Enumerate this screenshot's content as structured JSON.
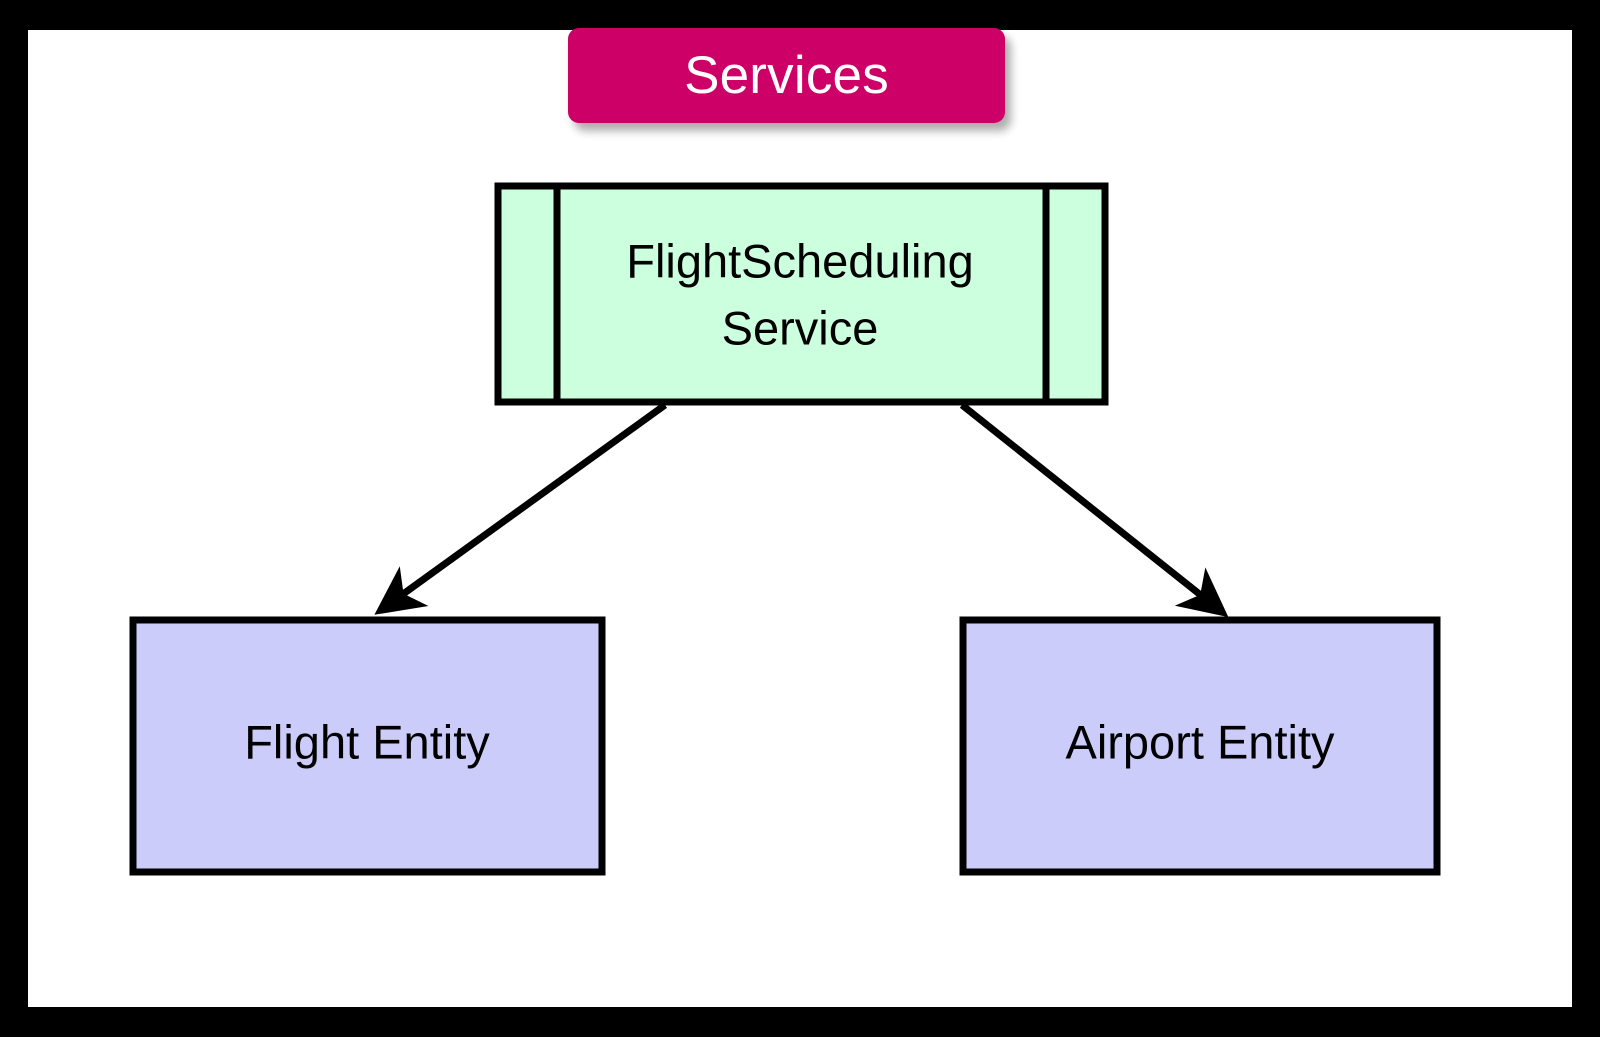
{
  "diagram": {
    "type": "flowchart",
    "direction": "top-down",
    "frame": {
      "border_color": "#000000",
      "canvas_color": "#ffffff"
    },
    "cluster": {
      "label": "Services",
      "fill": "#cc0066",
      "text_color": "#ffffff",
      "shape": "rounded-rectangle"
    },
    "nodes": [
      {
        "id": "flight-scheduling-service",
        "label_lines": [
          "FlightScheduling",
          "Service"
        ],
        "label": "FlightSchedulingService",
        "shape": "subroutine",
        "fill": "#ccffdd",
        "stroke": "#000000",
        "group": "Services"
      },
      {
        "id": "flight-entity",
        "label": "Flight Entity",
        "shape": "rectangle",
        "fill": "#ccccfb",
        "stroke": "#000000",
        "group": null
      },
      {
        "id": "airport-entity",
        "label": "Airport Entity",
        "shape": "rectangle",
        "fill": "#ccccfb",
        "stroke": "#000000",
        "group": null
      }
    ],
    "edges": [
      {
        "id": "edge-service-to-flight",
        "from": "flight-scheduling-service",
        "to": "flight-entity",
        "label": "",
        "arrowhead": "filled-triangle",
        "style": "solid"
      },
      {
        "id": "edge-service-to-airport",
        "from": "flight-scheduling-service",
        "to": "airport-entity",
        "label": "",
        "arrowhead": "filled-triangle",
        "style": "solid"
      }
    ]
  }
}
